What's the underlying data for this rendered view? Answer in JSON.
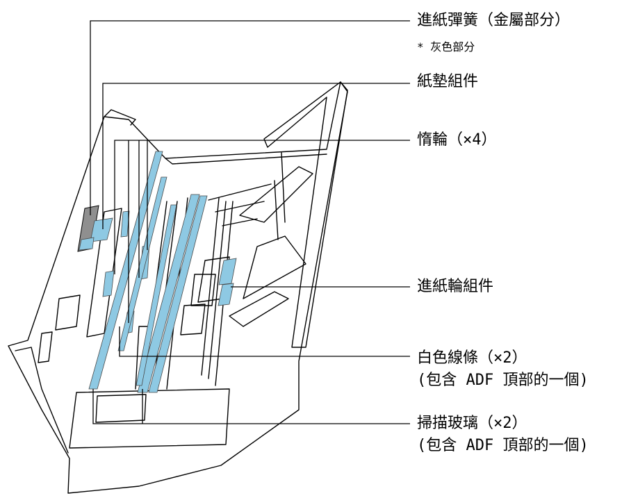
{
  "callouts": {
    "pick_spring": {
      "label": "進紙彈簧（金屬部分）",
      "note": "* 灰色部分"
    },
    "pad_assembly": {
      "label": "紙墊組件"
    },
    "idler_rollers": {
      "label": "惰輪（×4）"
    },
    "feed_roller_assembly": {
      "label": "進紙輪組件"
    },
    "white_strips": {
      "label": "白色線條（×2）",
      "note": "(包含 ADF 頂部的一個)"
    },
    "scanning_glass": {
      "label": "掃描玻璃（×2）",
      "note": "(包含 ADF 頂部的一個)"
    }
  },
  "colors": {
    "highlight_blue": "#8ec9e3",
    "highlight_gray": "#8f8f8f",
    "line": "#000000"
  }
}
